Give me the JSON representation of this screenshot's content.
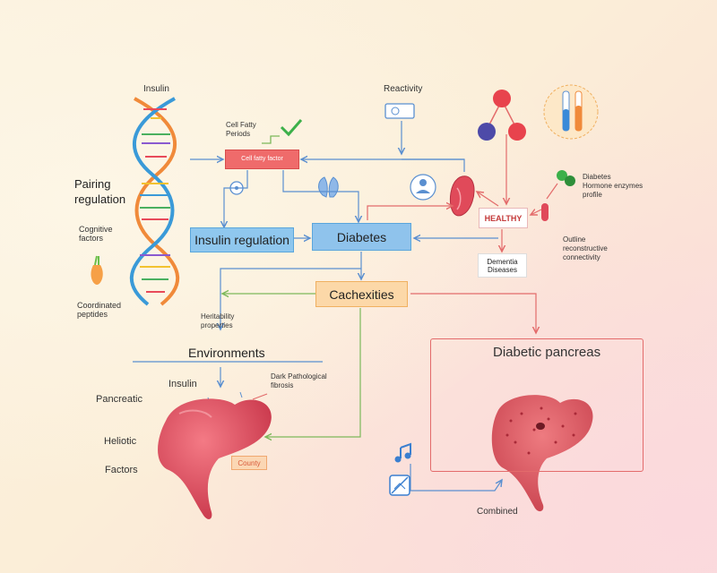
{
  "labels": {
    "insulin_top": "Insulin",
    "pairing_regulation": "Pairing\nregulation",
    "cognitive_factors": "Cognitive\nfactors",
    "coordinated_peptides": "Coordinated\npeptides",
    "cell_fatty": "Cell Fatty\nPeriods",
    "top_node": "Cell fatty\nfactor",
    "reactivity": "Reactivity",
    "diabetes_key": "Diabetes\nHormone enzymes\nprofile",
    "outline_factors": "Outline\nreconstructive\nconnectivity",
    "heritability": "Heritability\nproperties",
    "environments": "Environments",
    "insulin_low": "Insulin",
    "pancreatic": "Pancreatic",
    "heliotic": "Heliotic",
    "factors": "Factors",
    "dark_pathology": "Dark Pathological\nfibrosis",
    "combined": "Combined"
  },
  "nodes": {
    "insulin_regulation": "Insulin regulation",
    "diabetes": "Diabetes",
    "cachexia": "Cachexities",
    "healthy": "HEALTHY",
    "dementia": "Dementia\nDiseases",
    "county": "County",
    "panel_title": "Diabetic pancreas"
  },
  "colors": {
    "blue_arrow": "#5a8fd0",
    "green_arrow": "#7cb85a",
    "red_arrow": "#e36b6b",
    "liver": "#e04a5a"
  },
  "icons": [
    "dna-helix-icon",
    "checkmark-icon",
    "molecule-icon",
    "test-tubes-icon",
    "document-icon",
    "person-icon",
    "kidney-icon",
    "pill-icon",
    "lungs-icon",
    "carrot-icon",
    "music-note-icon",
    "no-image-icon",
    "pancreas-icon"
  ]
}
